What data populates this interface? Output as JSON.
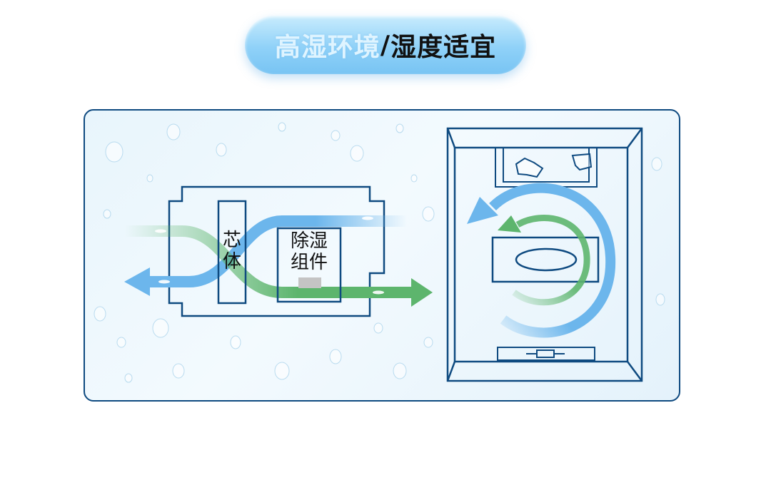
{
  "header": {
    "title_highlight": "高湿环境",
    "title_separator": "/",
    "title_main": "湿度适宜"
  },
  "diagram": {
    "core_label_line1": "芯",
    "core_label_line2": "体",
    "dehumid_label_line1": "除湿",
    "dehumid_label_line2": "组件"
  },
  "colors": {
    "outline": "#0e4a80",
    "blue_flow": "#6cb6ec",
    "green_flow": "#5db56d",
    "title_pill": "#8fd1f8"
  }
}
